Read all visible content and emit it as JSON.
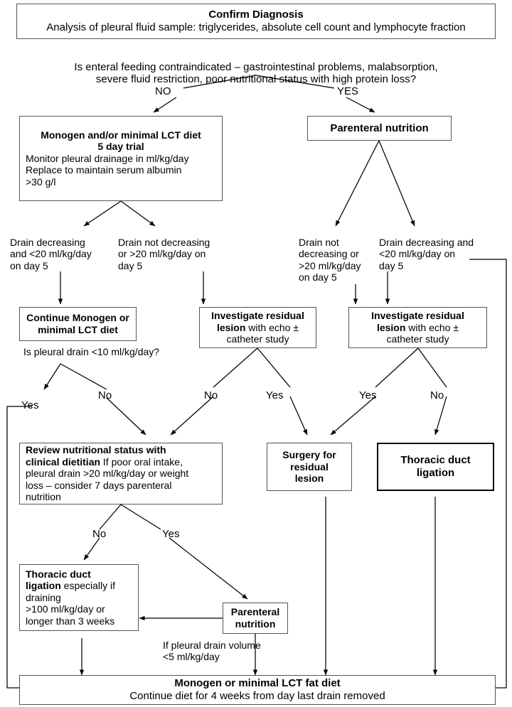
{
  "diagram": {
    "title": "Chylothorax management flowchart",
    "header": {
      "title": "Confirm Diagnosis",
      "subtitle": "Analysis of pleural fluid sample: triglycerides, absolute cell count and lymphocyte fraction"
    },
    "question_top": {
      "line1": "Is enteral feeding contraindicated – gastrointestinal problems, malabsorption,",
      "line2": "severe fluid restriction, poor nutritional status with high protein loss?"
    },
    "branch_labels": {
      "no_upper": "NO",
      "yes_upper": "YES",
      "yes_left_loop": "Yes",
      "no_left": "No",
      "no_mid": "No",
      "yes_mid": "Yes",
      "yes_right": "Yes",
      "no_right": "No",
      "no_lower": "No",
      "yes_lower": "Yes"
    },
    "boxes": {
      "monogen_trial": {
        "line1": "Monogen and/or minimal LCT diet",
        "line2": "5 day trial",
        "line3": "Monitor pleural drainage in ml/kg/day",
        "line4": "Replace to maintain serum albumin",
        "line5": ">30 g/l"
      },
      "parenteral_top": {
        "line1": "Parenteral nutrition"
      },
      "continue_monogen": {
        "line1": "Continue Monogen or",
        "line2": "minimal LCT diet"
      },
      "investigate_mid": {
        "bold1": "Investigate residual",
        "bold2": "lesion",
        "rest2": " with echo ±",
        "line3": "catheter study"
      },
      "investigate_right": {
        "bold1": "Investigate residual",
        "bold2": "lesion",
        "rest2": " with echo ±",
        "line3": "catheter study"
      },
      "review_nutrition": {
        "bold1": "Review nutritional status with",
        "bold2": "clinical dietitian",
        "rest2": " If poor oral intake,",
        "line3": "pleural drain >20 ml/kg/day or weight",
        "line4": "loss – consider 7 days parenteral",
        "line5": "nutrition"
      },
      "surgery_residual": {
        "line1": "Surgery for",
        "line2": "residual",
        "line3": "lesion"
      },
      "thoracic_duct_right": {
        "line1": "Thoracic duct",
        "line2": "ligation"
      },
      "thoracic_duct_left": {
        "bold1": "Thoracic duct",
        "bold2": "ligation",
        "rest2": " especially if",
        "line3": "draining",
        "line4": ">100 ml/kg/day or",
        "line5": "longer than 3 weeks"
      },
      "parenteral_lower": {
        "line1": "Parenteral",
        "line2": "nutrition"
      },
      "final": {
        "line1": "Monogen or minimal LCT fat diet",
        "line2": "Continue diet for 4 weeks from day last drain removed"
      }
    },
    "edge_labels": {
      "drain_decreasing_left": "Drain decreasing\nand <20 ml/kg/day\non day 5",
      "drain_not_decreasing_left": "Drain not decreasing\nor >20 ml/kg/day on\nday 5",
      "drain_not_decreasing_right": "Drain not\ndecreasing or\n>20 ml/kg/day\non day 5",
      "drain_decreasing_right": "Drain decreasing and\n<20 ml/kg/day on\nday 5",
      "is_pleural_drain": "Is pleural drain <10 ml/kg/day?",
      "if_pleural_volume": "If pleural drain volume\n<5 ml/kg/day"
    },
    "colors": {
      "stroke": "#000000",
      "box_border": "#555555",
      "background": "#ffffff",
      "text": "#000000"
    }
  }
}
